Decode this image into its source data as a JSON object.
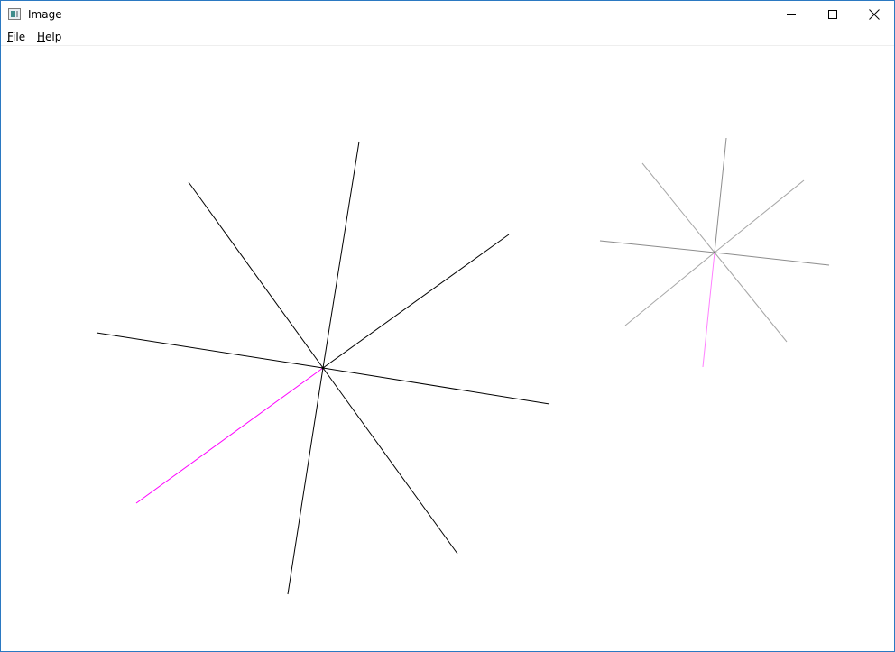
{
  "window": {
    "title": "Image",
    "controls": {
      "minimize_icon": "minimize-icon",
      "maximize_icon": "maximize-icon",
      "close_icon": "close-icon"
    }
  },
  "menu": {
    "file": {
      "accel": "F",
      "rest": "ile"
    },
    "help": {
      "accel": "H",
      "rest": "elp"
    }
  },
  "colors": {
    "primary_stroke": "#000000",
    "highlight_stroke": "#ff00ff",
    "secondary_stroke": "#999999",
    "secondary_highlight": "#ff88ff",
    "window_border": "#2b79c2"
  }
}
